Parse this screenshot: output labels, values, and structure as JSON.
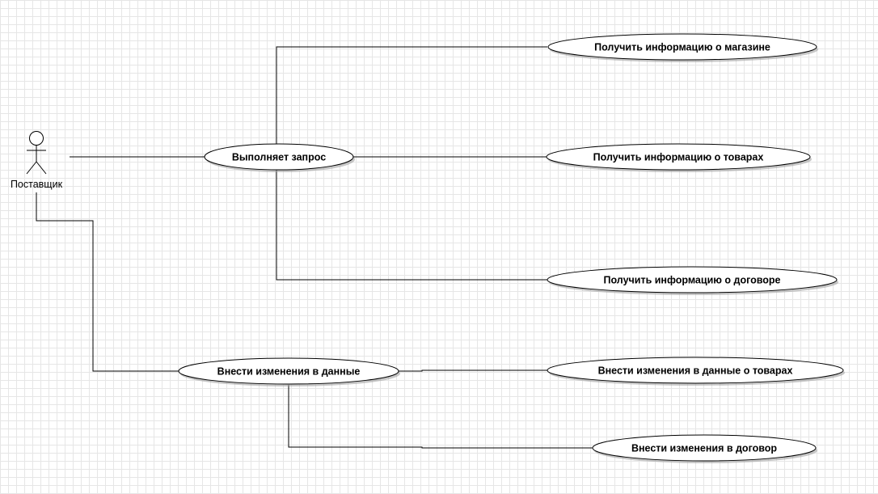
{
  "actor": {
    "name": "Поставщик",
    "icon": "stick-figure-icon"
  },
  "use_cases": {
    "make_request": "Выполняет запрос",
    "get_store_info": "Получить информацию о магазине",
    "get_goods_info": "Получить информацию о товарах",
    "get_contract_info": "Получить информацию о договоре",
    "edit_data": "Внести изменения в данные",
    "edit_goods_data": "Внести изменения в данные о товарах",
    "edit_contract": "Внести изменения в договор"
  },
  "colors": {
    "line": "#000000",
    "grid": "#e6e6e6",
    "shape_fill": "#ffffff"
  }
}
